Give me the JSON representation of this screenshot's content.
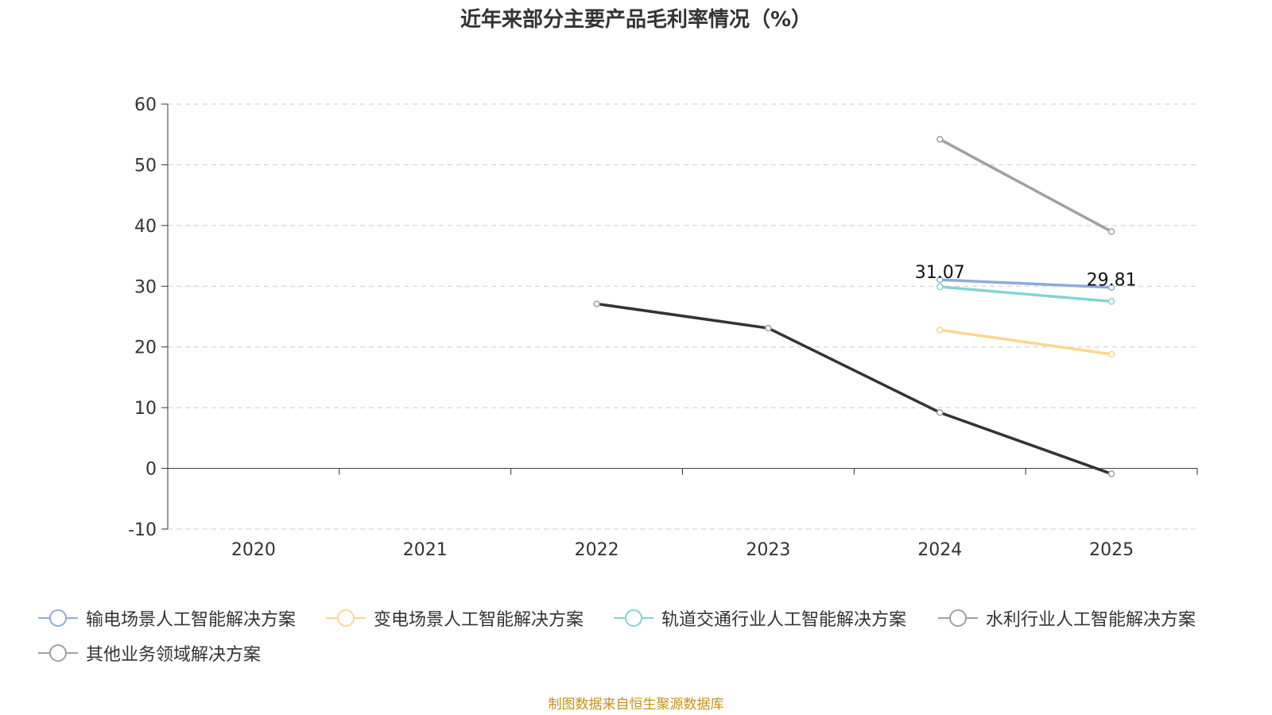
{
  "chart_data": {
    "type": "line",
    "title": "近年来部分主要产品毛利率情况（%）",
    "categories": [
      "2020",
      "2021",
      "2022",
      "2023",
      "2024",
      "2025"
    ],
    "ylim": [
      -10,
      60
    ],
    "yticks": [
      -10,
      0,
      10,
      20,
      30,
      40,
      50,
      60
    ],
    "grid": true,
    "legend_position": "bottom",
    "series": [
      {
        "name": "输电场景人工智能解决方案",
        "color": "#8fabdc",
        "values": [
          null,
          null,
          null,
          null,
          31.07,
          29.81
        ],
        "labels": [
          "",
          "",
          "",
          "",
          "31.07",
          "29.81"
        ]
      },
      {
        "name": "变电场景人工智能解决方案",
        "color": "#fcd58f",
        "values": [
          null,
          null,
          null,
          null,
          22.8,
          18.8
        ]
      },
      {
        "name": "轨道交通行业人工智能解决方案",
        "color": "#85d3d3",
        "values": [
          null,
          null,
          null,
          null,
          29.9,
          27.5
        ]
      },
      {
        "name": "水利行业人工智能解决方案",
        "color": "#a0a0a0",
        "values": [
          null,
          null,
          null,
          null,
          54.2,
          39.0
        ]
      },
      {
        "name": "其他业务领域解决方案",
        "color": "#333333",
        "marker": "#a0a0a0",
        "values": [
          null,
          null,
          27.1,
          23.1,
          9.2,
          -0.9
        ]
      }
    ]
  },
  "source": "制图数据来自恒生聚源数据库"
}
